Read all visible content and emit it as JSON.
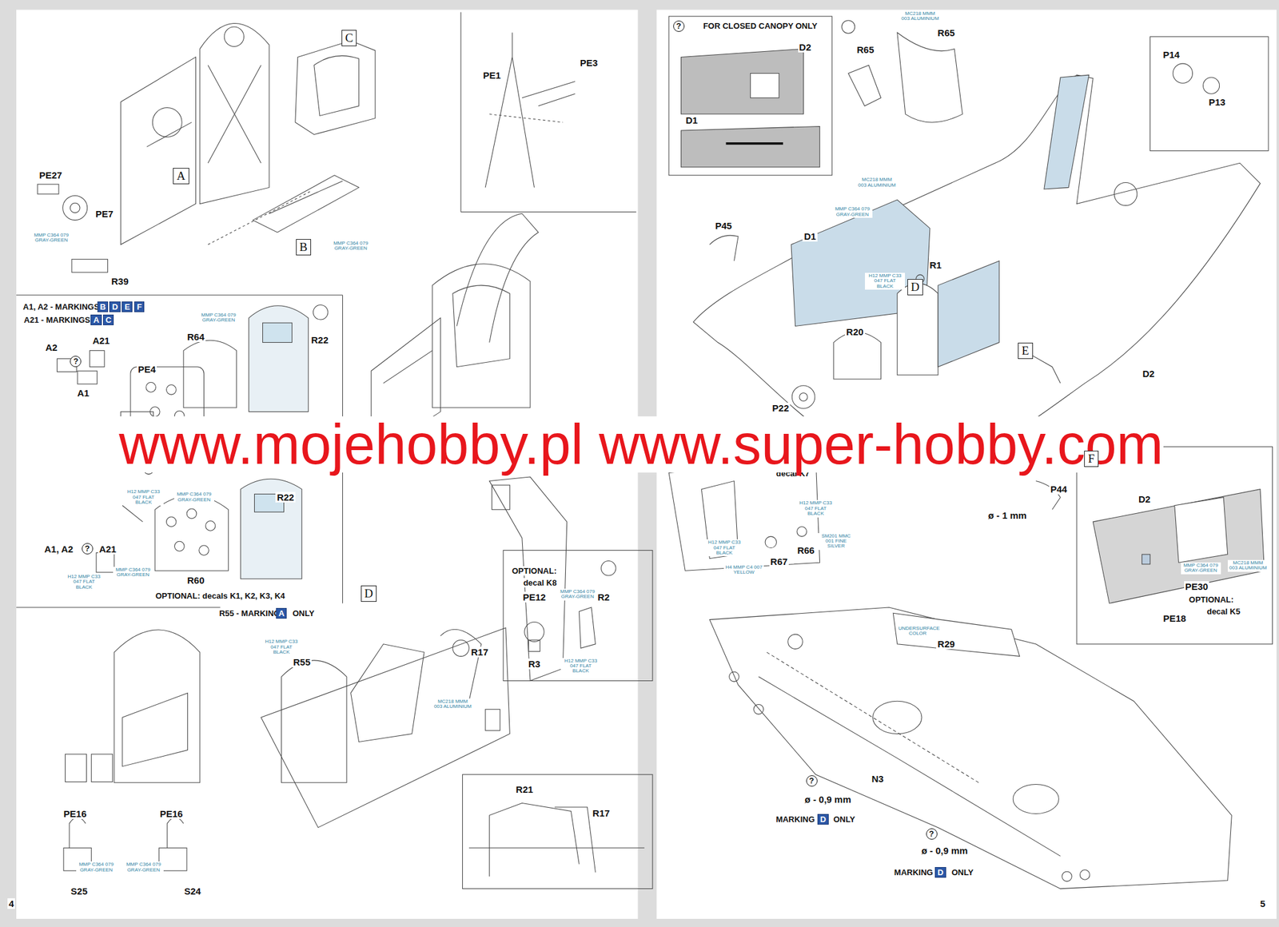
{
  "diagram": {
    "nodes": [
      {
        "text": [
          "C"
        ]
      },
      {
        "text": [
          "A"
        ]
      },
      {
        "text": [
          "B"
        ]
      },
      {
        "text": [
          "B"
        ]
      },
      {
        "text": [
          "D"
        ]
      },
      {
        "text": [
          "E"
        ]
      },
      {
        "text": [
          "F"
        ]
      },
      {
        "text": [
          "A"
        ]
      },
      {
        "text": [
          "C"
        ]
      },
      {
        "text": [
          "D"
        ]
      },
      {
        "text": [
          "A"
        ]
      },
      {
        "text": [
          "D"
        ]
      },
      {
        "text": [
          "E"
        ]
      },
      {
        "text": [
          "F"
        ]
      },
      {
        "text": [
          "D"
        ]
      },
      {
        "text": [
          "D"
        ]
      }
    ],
    "labels": [
      "PE1",
      "PE3",
      "PE27",
      "PE7",
      "MMP C364 079 GRAY-GREEN",
      "MMP C364 079 GRAY-GREEN",
      "R39",
      "A1, A2 - MARKINGS",
      "A21 - MARKINGS",
      "A2",
      "A21",
      "?",
      "A1",
      "MMP C364 079 GRAY-GREEN",
      "R64",
      "R22",
      "PE4",
      "?",
      "H12 MMP C33 047 FLAT BLACK",
      "MMP C364 079 GRAY-GREEN",
      "R22",
      "A1, A2",
      "?",
      "A21",
      "H12 MMP C33 047 FLAT BLACK",
      "MMP C364 079 GRAY-GREEN",
      "R60",
      "OPTIONAL: decals K1, K2, K3, K4",
      "R55 - MARKING",
      "ONLY",
      "H12 MMP C33 047 FLAT BLACK",
      "R55",
      "R17",
      "MC218 MMM 003 ALUMINIUM",
      "R21",
      "R17",
      "OPTIONAL:",
      "decal K8",
      "PE12",
      "MMP C364 079 GRAY-GREEN",
      "R2",
      "R3",
      "H12 MMP C33 047 FLAT BLACK",
      "PE16",
      "PE16",
      "MMP C364 079 GRAY-GREEN",
      "MMP C364 079 GRAY-GREEN",
      "S25",
      "S24",
      "4",
      "FOR CLOSED CANOPY ONLY",
      "?",
      "D2",
      "D1",
      "MC218 MMM 003 ALUMINIUM",
      "R65",
      "R65",
      "P14",
      "P13",
      "MC218 MMM 003 ALUMINIUM",
      "MMP C364 079 GRAY-GREEN",
      "P45",
      "D1",
      "H12 MMP C33 047 FLAT BLACK",
      "R1",
      "R20",
      "D2",
      "P22",
      "D1",
      "decal K7",
      "H12 MMP C33 047 FLAT BLACK",
      "SM201 MMC 001 FINE SILVER",
      "H12 MMP C33 047 FLAT BLACK",
      "H4 MMP C4 007 YELLOW",
      "R67",
      "R66",
      "P44",
      "ø - 1 mm",
      "D2",
      "MMP C364 079 GRAY-GREEN",
      "MC218 MMM 003 ALUMINIUM",
      "PE30",
      "OPTIONAL:",
      "decal K5",
      "PE18",
      "UNDERSURFACE COLOR",
      "R29",
      "?",
      "N3",
      "ø - 0,9 mm",
      "MARKING",
      "ONLY",
      "?",
      "ø - 0,9 mm",
      "MARKING",
      "ONLY",
      "5",
      "www.mojehobby.pl www.super-hobby.com"
    ]
  }
}
